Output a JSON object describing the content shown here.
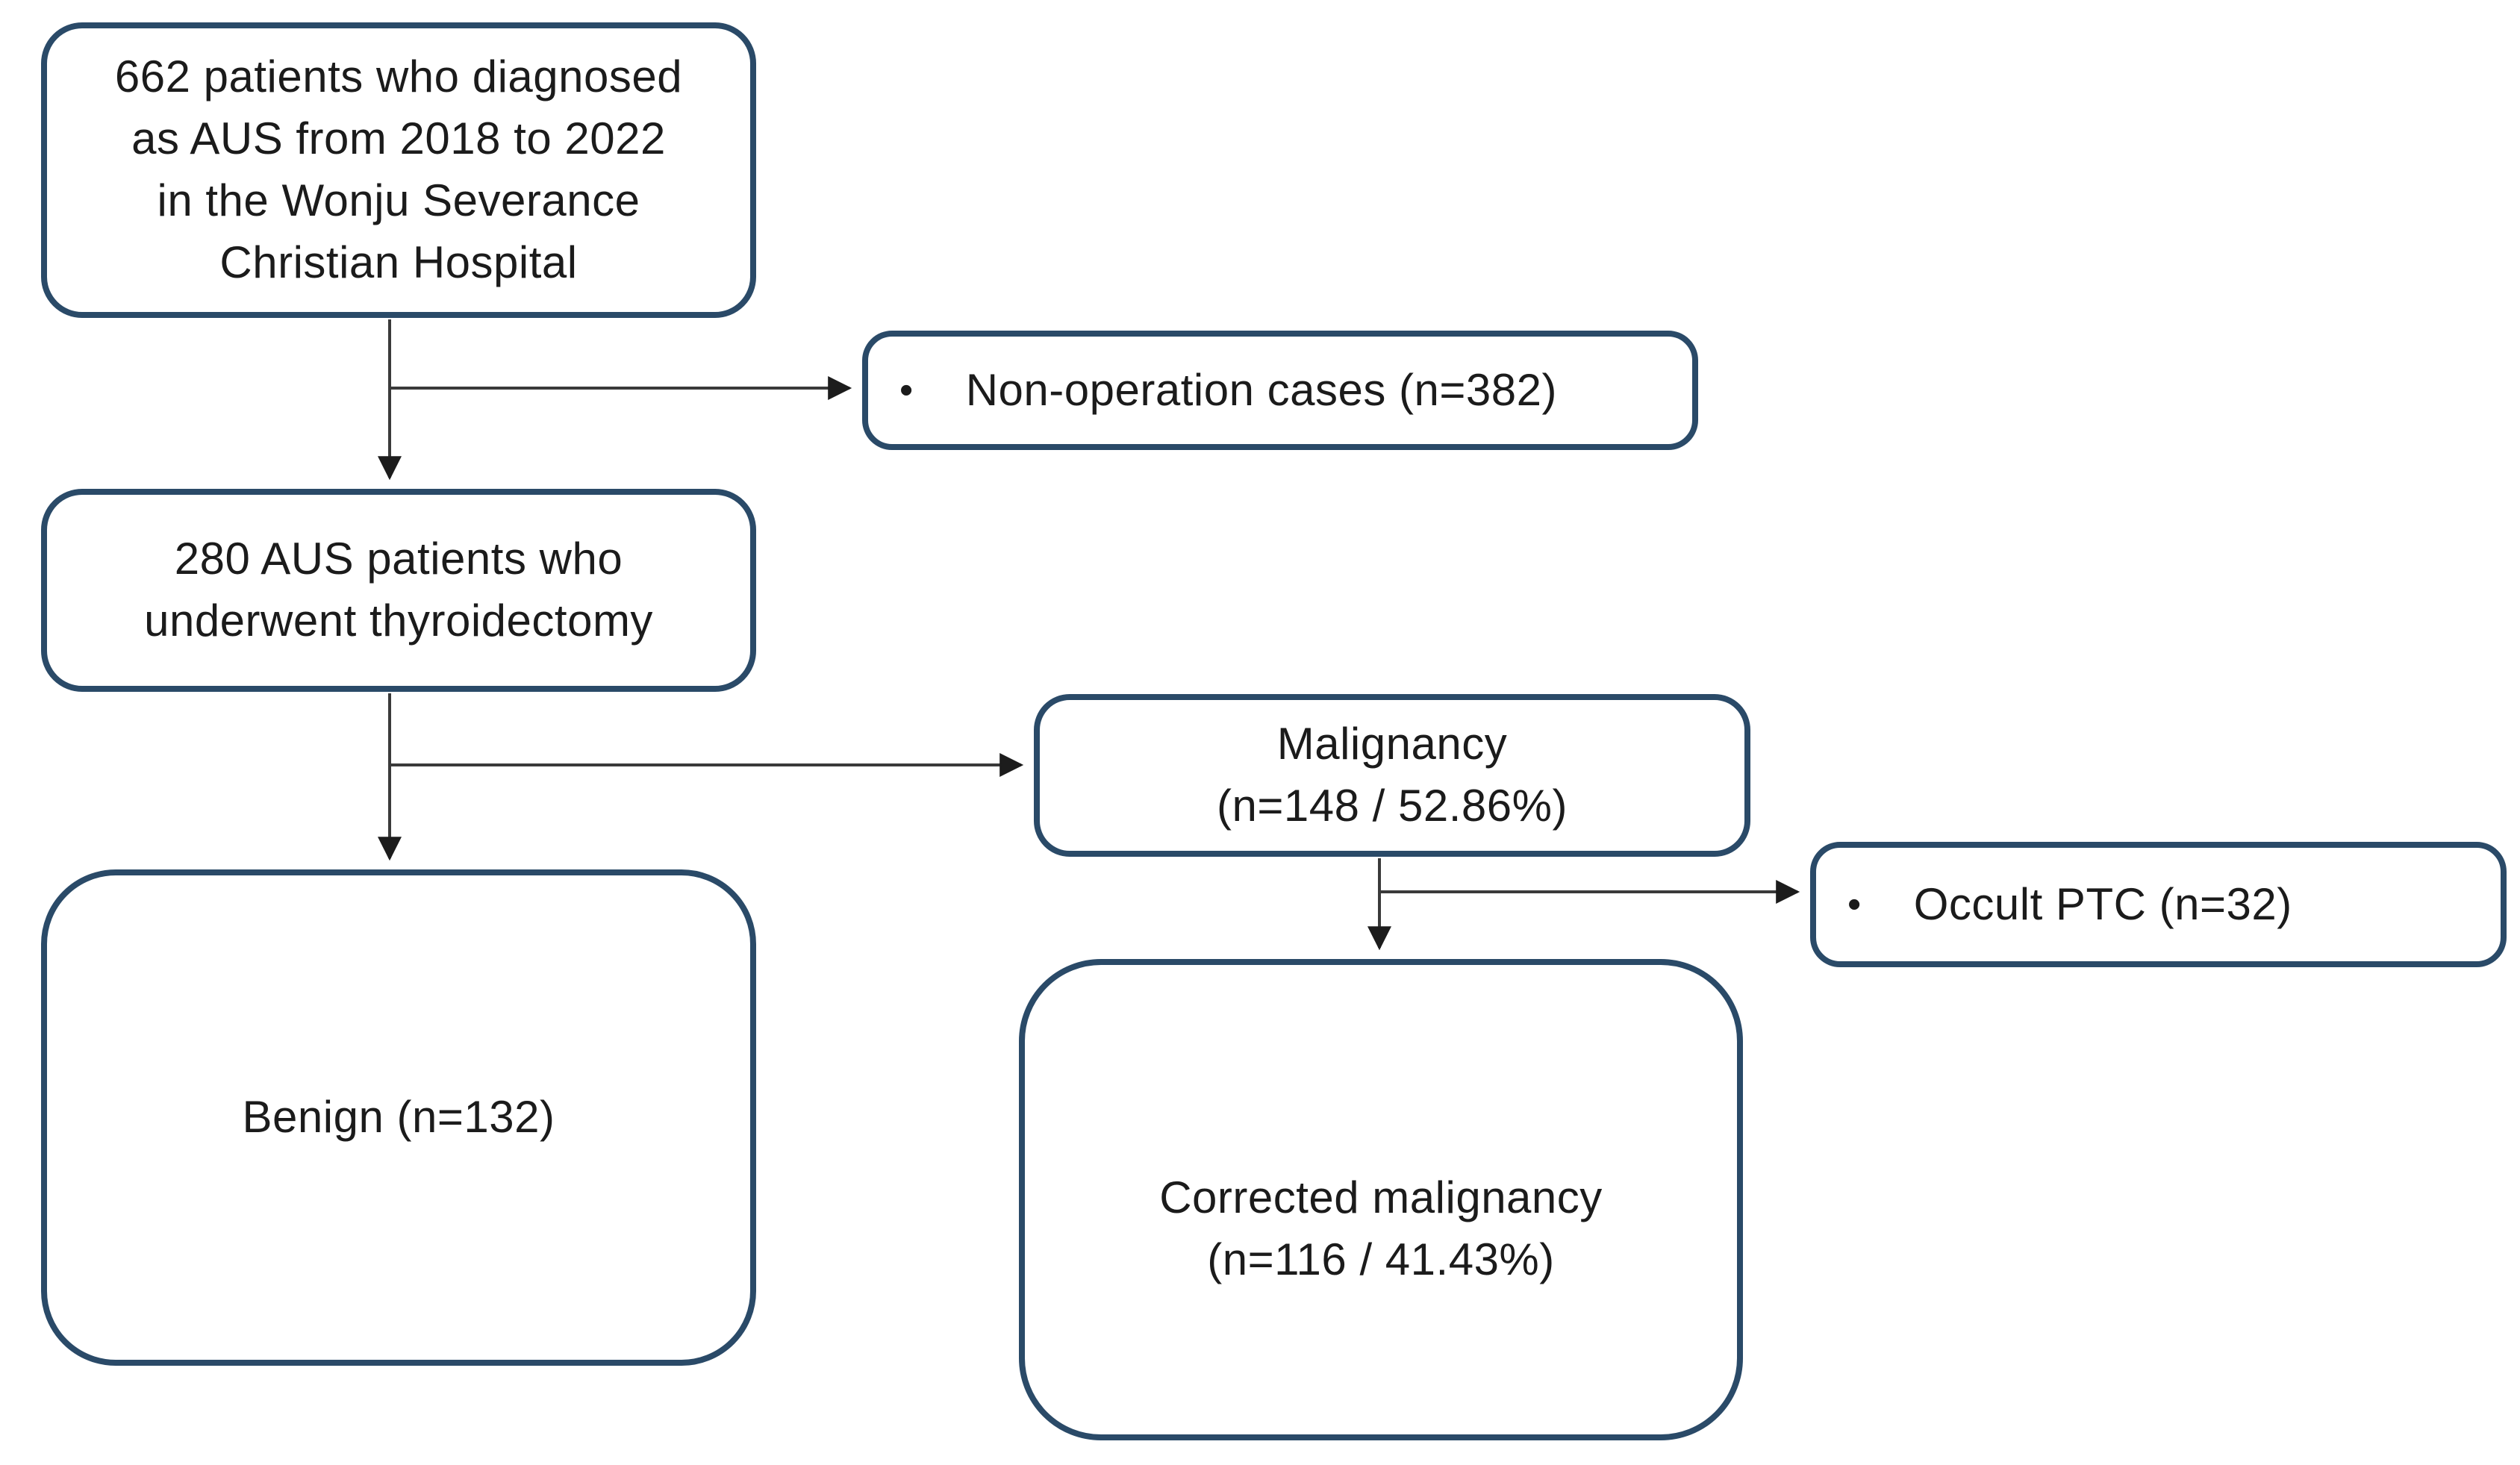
{
  "diagram": {
    "type": "flowchart",
    "background": "#ffffff",
    "colors": {
      "box_border": "#2a4a68",
      "connector_line": "#3a3a3a",
      "arrowhead": "#1c1c1c",
      "text": "#1b1b1b"
    },
    "nodes": {
      "diagnosed": {
        "lines": [
          "662 patients who diagnosed",
          "as AUS from 2018 to 2022",
          "in the Wonju Severance",
          "Christian Hospital"
        ]
      },
      "non_operation": {
        "bullet": "•",
        "label": "Non-operation cases (n=382)"
      },
      "thyroidectomy": {
        "lines": [
          "280 AUS patients who",
          "underwent thyroidectomy"
        ]
      },
      "malignancy": {
        "lines": [
          "Malignancy",
          "(n=148 / 52.86%)"
        ]
      },
      "occult_ptc": {
        "bullet": "•",
        "label": "Occult PTC (n=32)"
      },
      "benign": {
        "label": "Benign (n=132)"
      },
      "corrected_malignancy": {
        "lines": [
          "Corrected malignancy",
          "(n=116 / 41.43%)"
        ]
      }
    },
    "edges": [
      {
        "from": "diagnosed",
        "to": "non_operation"
      },
      {
        "from": "diagnosed",
        "to": "thyroidectomy"
      },
      {
        "from": "thyroidectomy",
        "to": "malignancy"
      },
      {
        "from": "thyroidectomy",
        "to": "benign"
      },
      {
        "from": "malignancy",
        "to": "occult_ptc"
      },
      {
        "from": "malignancy",
        "to": "corrected_malignancy"
      }
    ]
  }
}
